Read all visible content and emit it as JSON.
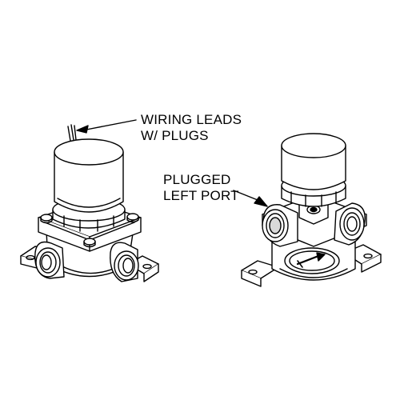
{
  "callouts": {
    "wiring": {
      "line1": "WIRING LEADS",
      "line2": "W/ PLUGS"
    },
    "plugged": {
      "line1": "PLUGGED",
      "line2": "LEFT PORT"
    }
  },
  "colors": {
    "ink": "#000000",
    "background": "#ffffff",
    "shade": "#d9d9d9"
  },
  "icons": {
    "flow_arrow": "arrow-icon"
  }
}
